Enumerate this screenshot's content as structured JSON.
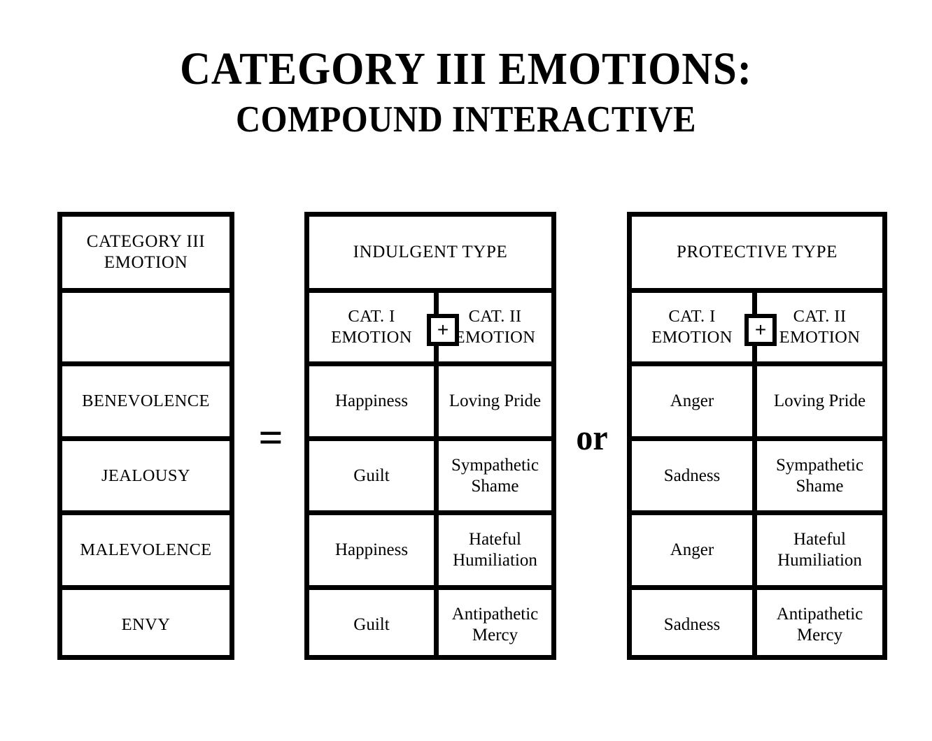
{
  "title": {
    "line1": "CATEGORY III EMOTIONS:",
    "line2": "COMPOUND INTERACTIVE"
  },
  "connectors": {
    "equals": "=",
    "or": "or"
  },
  "plus_symbol": "+",
  "tables": {
    "left": {
      "header": "CATEGORY III EMOTION",
      "rows": [
        "",
        "BENEVOLENCE",
        "JEALOUSY",
        "MALEVOLENCE",
        "ENVY"
      ]
    },
    "middle": {
      "header": "INDULGENT TYPE",
      "subheader_left": "CAT. I EMOTION",
      "subheader_right": "CAT. II EMOTION",
      "rows": [
        {
          "left": "Happiness",
          "right": "Loving Pride"
        },
        {
          "left": "Guilt",
          "right": "Sympathetic Shame"
        },
        {
          "left": "Happiness",
          "right": "Hateful Humiliation"
        },
        {
          "left": "Guilt",
          "right": "Antipathetic Mercy"
        }
      ]
    },
    "right": {
      "header": "PROTECTIVE TYPE",
      "subheader_left": "CAT. I EMOTION",
      "subheader_right": "CAT. II EMOTION",
      "rows": [
        {
          "left": "Anger",
          "right": "Loving Pride"
        },
        {
          "left": "Sadness",
          "right": "Sympathetic Shame"
        },
        {
          "left": "Anger",
          "right": "Hateful Humiliation"
        },
        {
          "left": "Sadness",
          "right": "Antipathetic Mercy"
        }
      ]
    }
  },
  "colors": {
    "ink": "#000000",
    "paper": "#ffffff"
  }
}
